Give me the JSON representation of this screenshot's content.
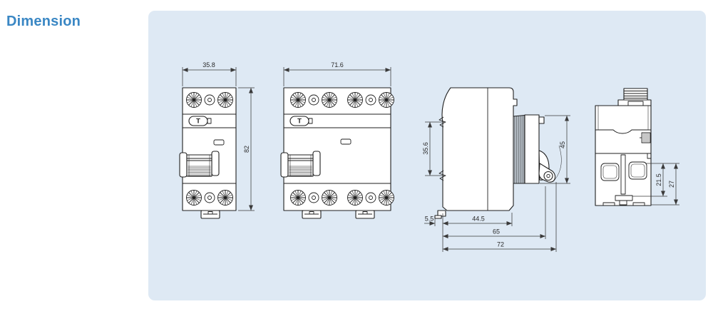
{
  "title": "Dimension",
  "test_button_label": "T",
  "colors": {
    "panel_bg": "#dee9f4",
    "title_blue": "#3a87c4",
    "drawing_line": "#1f1f1f",
    "dim_text": "#2b2b2b"
  },
  "dimensions": {
    "front_2p": {
      "width": "35.8",
      "height": "82"
    },
    "front_4p": {
      "width": "71.6"
    },
    "side": {
      "rail": "35.6",
      "handle": "45",
      "clip": "5.5",
      "body_depth": "44.5",
      "handle_depth": "65",
      "total_depth": "72"
    },
    "rear": {
      "inner": "21.5",
      "outer": "27"
    }
  }
}
